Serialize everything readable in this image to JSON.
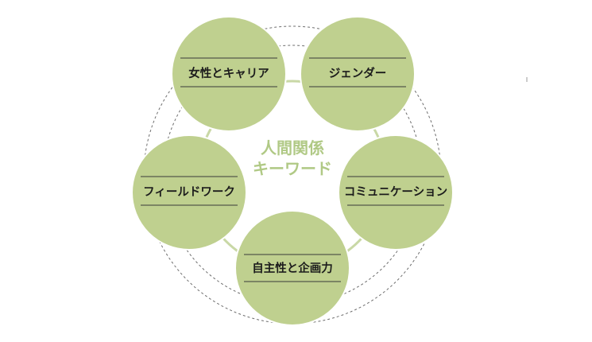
{
  "center": {
    "line1": "人間関係",
    "line2": "キーワード"
  },
  "nodes": [
    {
      "label": "女性とキャリア"
    },
    {
      "label": "ジェンダー"
    },
    {
      "label": "コミュニケーション"
    },
    {
      "label": "自主性と企画力"
    },
    {
      "label": "フィールドワーク"
    }
  ],
  "colors": {
    "node_fill": "#bfd08f",
    "center_text": "#b0c985",
    "inner_ring": "#c9d8a6",
    "outer_ring": "#6e6e6e"
  }
}
